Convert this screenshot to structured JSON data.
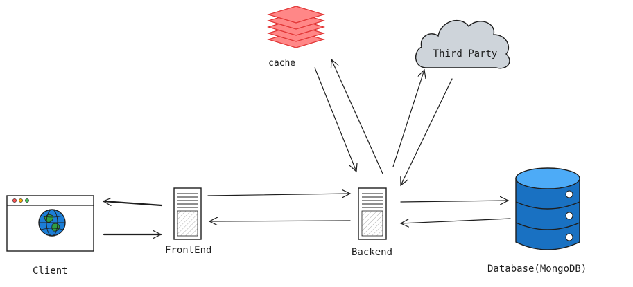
{
  "nodes": {
    "client": {
      "label": "Client"
    },
    "frontend": {
      "label": "FrontEnd"
    },
    "backend": {
      "label": "Backend"
    },
    "cache": {
      "label": "cache"
    },
    "third_party": {
      "label": "Third Party"
    },
    "database": {
      "label": "Database(MongoDB)"
    }
  },
  "colors": {
    "stroke": "#1e1e1e",
    "cache_fill": "#ff8787",
    "cache_stroke": "#e03131",
    "cloud_fill": "#ced4da",
    "database_fill": "#1971c2",
    "database_light": "#4dabf7",
    "globe_fill": "#1c7ed6",
    "globe_land": "#2f9e44"
  },
  "icons": {
    "client": "browser-window-globe-icon",
    "frontend": "server-icon",
    "backend": "server-icon",
    "cache": "stacked-layers-icon",
    "third_party": "cloud-icon",
    "database": "database-cylinder-icon"
  }
}
